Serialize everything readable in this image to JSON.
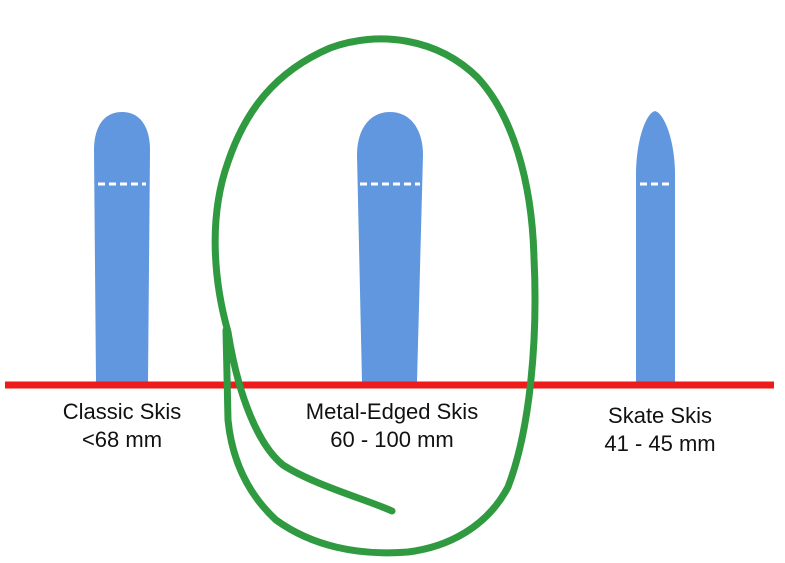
{
  "colors": {
    "background": "#ffffff",
    "ski": "#6097df",
    "ski_marking": "#ffffff",
    "baseline": "#ee1b1b",
    "highlight_circle": "#2f9a3f",
    "text": "#111111"
  },
  "skis": [
    {
      "id": "classic",
      "name": "Classic Skis",
      "width": "<68 mm",
      "shape": "rounded-tip"
    },
    {
      "id": "metal-edged",
      "name": "Metal-Edged Skis",
      "width": "60 - 100 mm",
      "shape": "rounded-tip",
      "highlighted": true
    },
    {
      "id": "skate",
      "name": "Skate Skis",
      "width": "41 - 45 mm",
      "shape": "pointed-tip"
    }
  ],
  "annotation": {
    "type": "hand-drawn-circle",
    "target": "metal-edged"
  }
}
